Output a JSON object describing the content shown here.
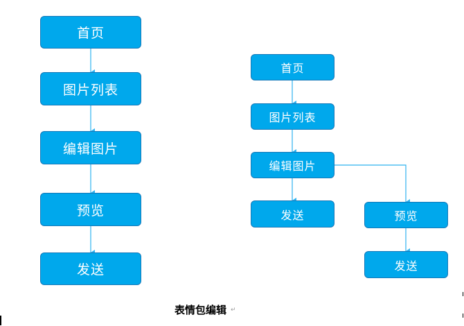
{
  "colors": {
    "node_fill": "#00a8ec",
    "node_border": "#1578b8",
    "node_text": "#ffffff",
    "connector": "#2fb2ef"
  },
  "left_flow": {
    "nodes": [
      "首页",
      "图片列表",
      "编辑图片",
      "预览",
      "发送"
    ]
  },
  "right_flow": {
    "nodes": {
      "home": "首页",
      "list": "图片列表",
      "edit": "编辑图片",
      "send": "发送",
      "preview": "预览",
      "send_after_preview": "发送"
    }
  },
  "caption": "表情包编辑"
}
